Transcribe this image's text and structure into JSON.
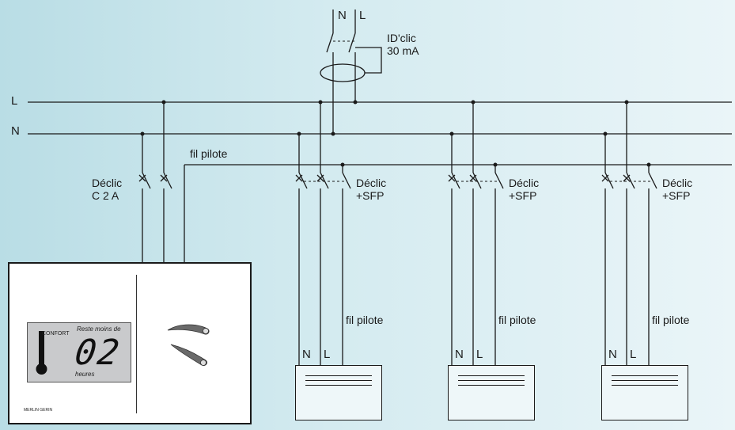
{
  "bus_labels": {
    "phase": "L",
    "neutral": "N"
  },
  "supply_labels": {
    "neutral": "N",
    "phase": "L"
  },
  "rcd": {
    "name": "ID'clic",
    "rating": "30 mA"
  },
  "pilot_wire_label": "fil pilote",
  "breaker_main": {
    "line1": "Déclic",
    "line2": "C 2 A"
  },
  "breaker_heater": {
    "line1": "Déclic",
    "line2": "+SFP"
  },
  "heater_terminals": {
    "neutral": "N",
    "phase": "L"
  },
  "heater_pilot_label": "fil pilote",
  "thermostat": {
    "mode": "CONFORT",
    "message": "Reste moins de",
    "digits": "02",
    "unit": "heures",
    "brand": "MERLIN GERIN"
  }
}
